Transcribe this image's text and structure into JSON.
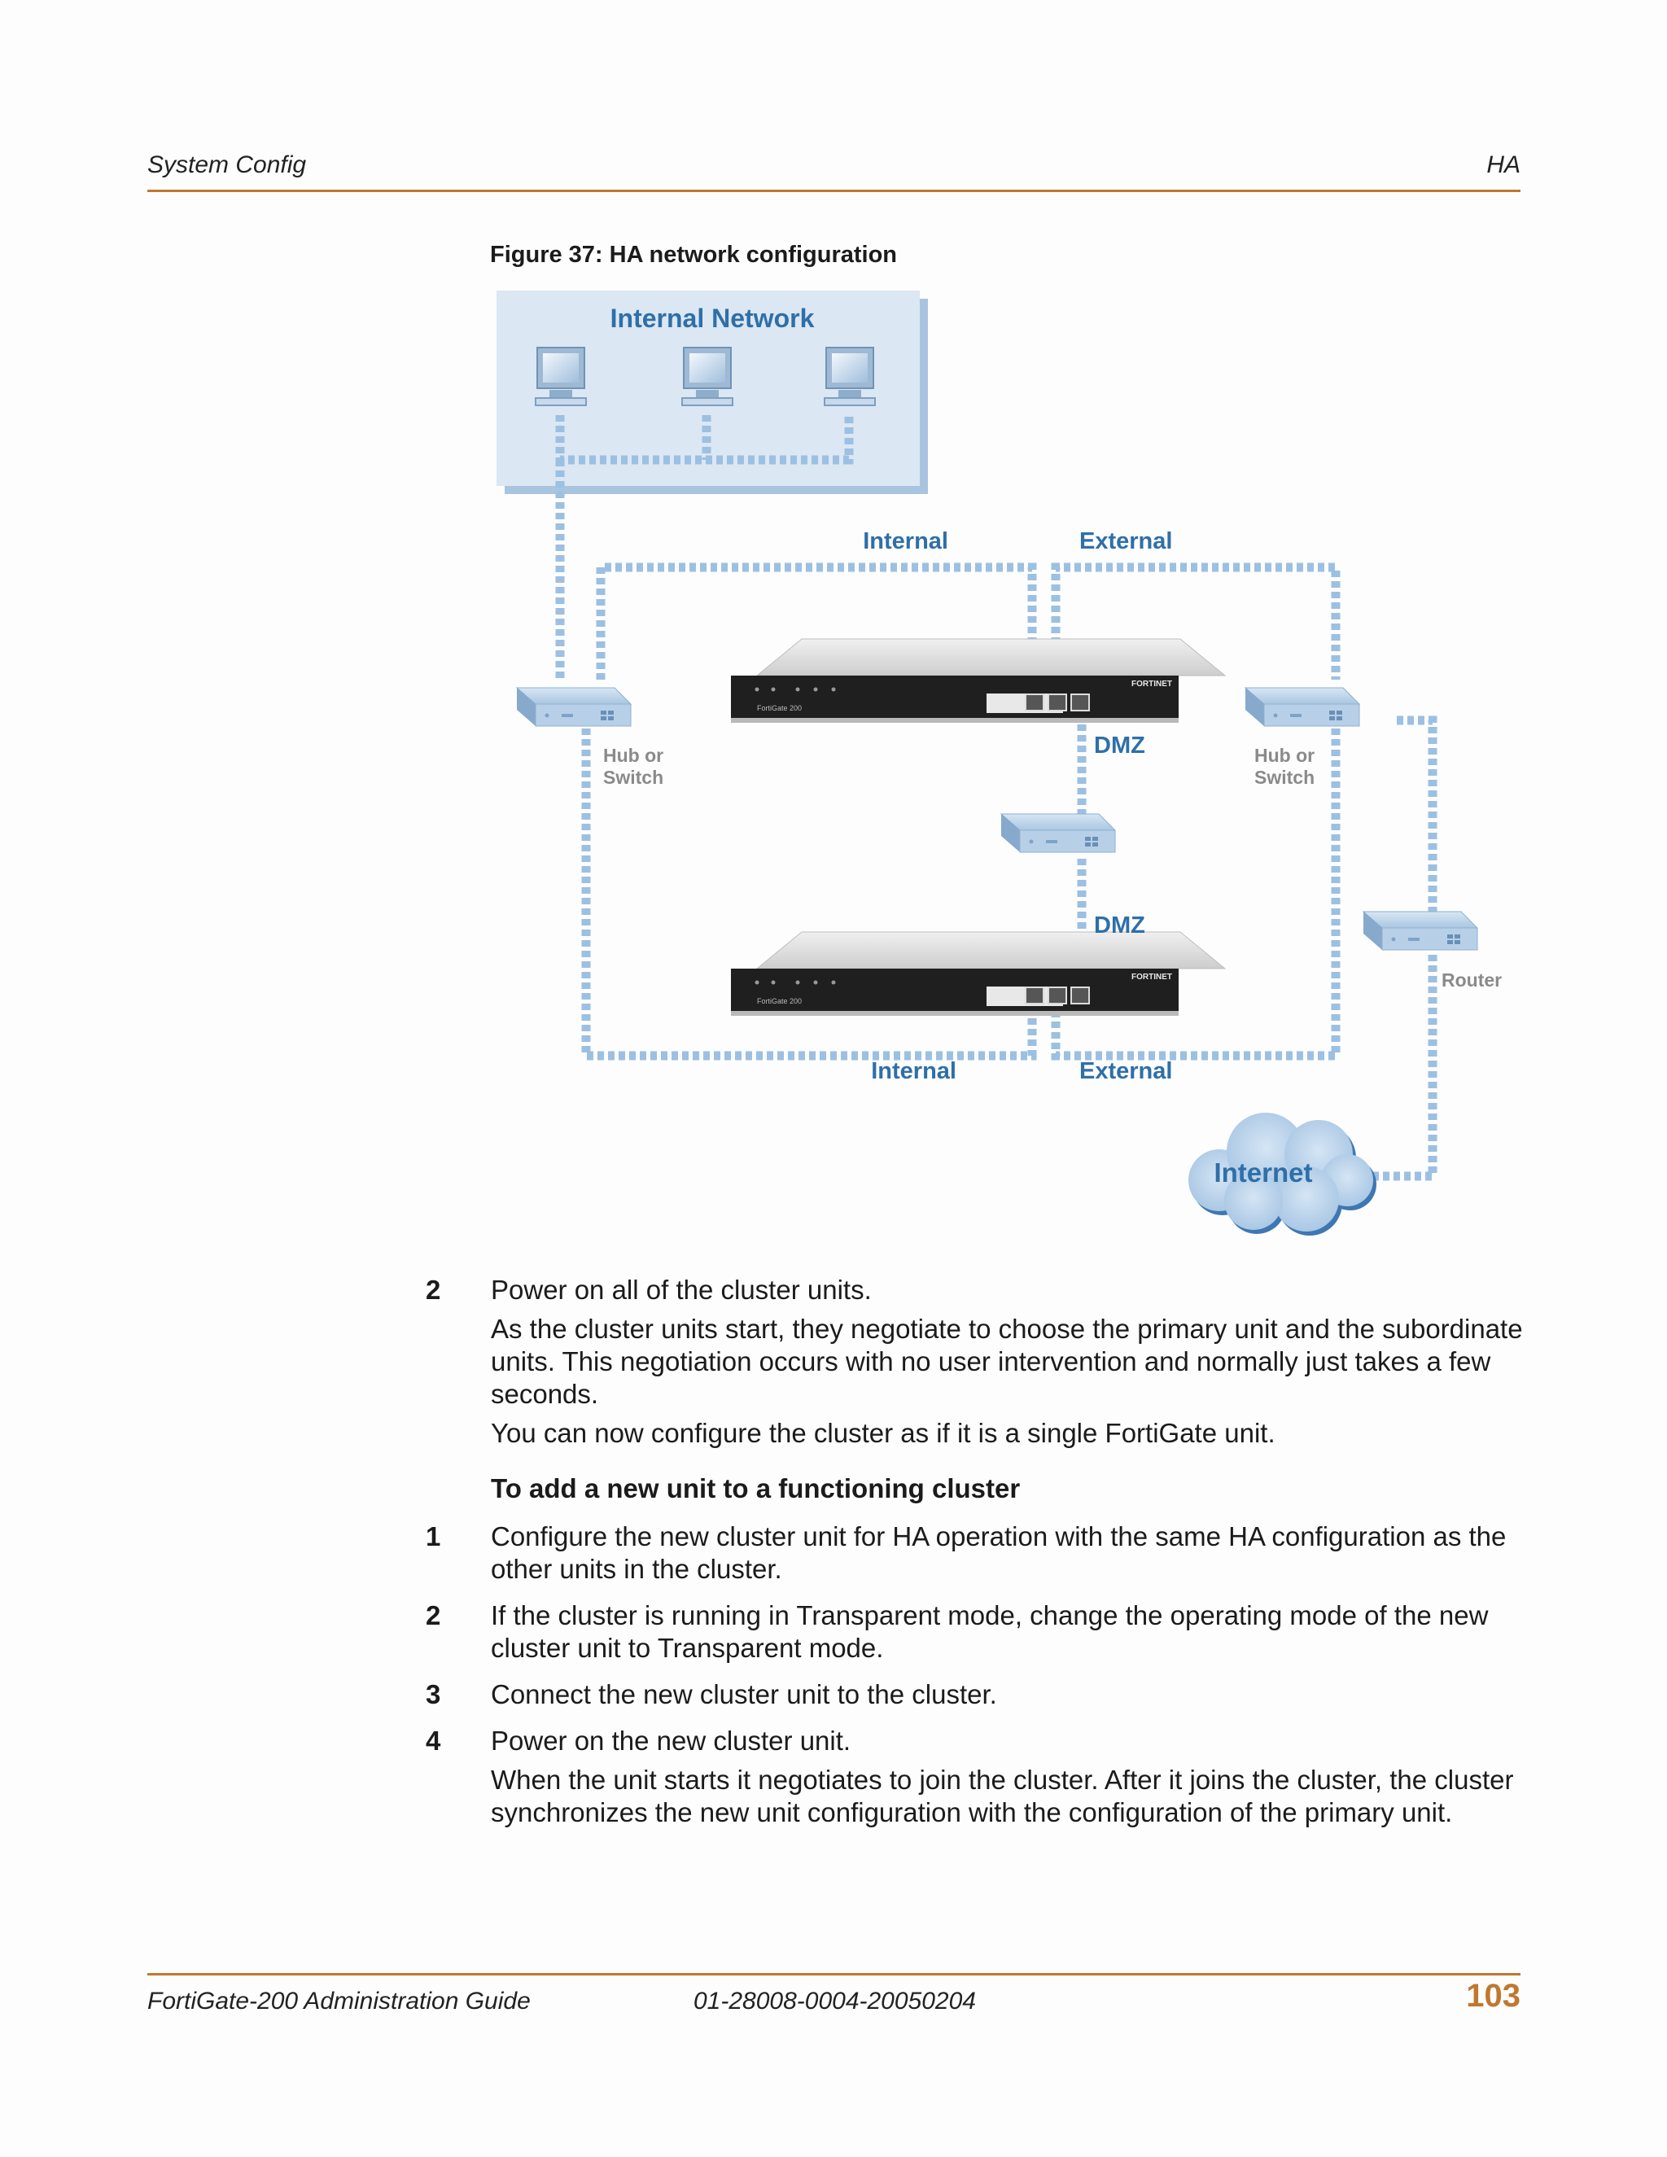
{
  "header": {
    "left": "System Config",
    "right": "HA"
  },
  "figure": {
    "caption": "Figure 37: HA network configuration",
    "labels": {
      "internal_network": "Internal Network",
      "top_internal": "Internal",
      "top_external": "External",
      "dmz_top": "DMZ",
      "dmz_bottom": "DMZ",
      "bottom_internal": "Internal",
      "bottom_external": "External",
      "hub_left_1": "Hub or",
      "hub_left_2": "Switch",
      "hub_right_1": "Hub or",
      "hub_right_2": "Switch",
      "router": "Router",
      "internet": "Internet",
      "brand": "FORTINET",
      "model": "FortiGate 200"
    },
    "colors": {
      "accent_blue": "#2f6fa8",
      "link_blue": "#9cc0e2",
      "gray_label": "#8a8a8a"
    }
  },
  "steps_a": [
    {
      "num": "2",
      "lines": [
        "Power on all of the cluster units.",
        "As the cluster units start, they negotiate to choose the primary unit and the subordinate units. This negotiation occurs with no user intervention and normally just takes a few seconds.",
        "You can now configure the cluster as if it is a single FortiGate unit."
      ]
    }
  ],
  "subheading": "To add a new unit to a functioning cluster",
  "steps_b": [
    {
      "num": "1",
      "lines": [
        "Configure the new cluster unit for HA operation with the same HA configuration as the other units in the cluster."
      ]
    },
    {
      "num": "2",
      "lines": [
        "If the cluster is running in Transparent mode, change the operating mode of the new cluster unit to Transparent mode."
      ]
    },
    {
      "num": "3",
      "lines": [
        "Connect the new cluster unit to the cluster."
      ]
    },
    {
      "num": "4",
      "lines": [
        "Power on the new cluster unit.",
        "When the unit starts it negotiates to join the cluster. After it joins the cluster, the cluster synchronizes the new unit configuration with the configuration of the primary unit."
      ]
    }
  ],
  "footer": {
    "title": "FortiGate-200 Administration Guide",
    "doc_id": "01-28008-0004-20050204",
    "page": "103"
  }
}
